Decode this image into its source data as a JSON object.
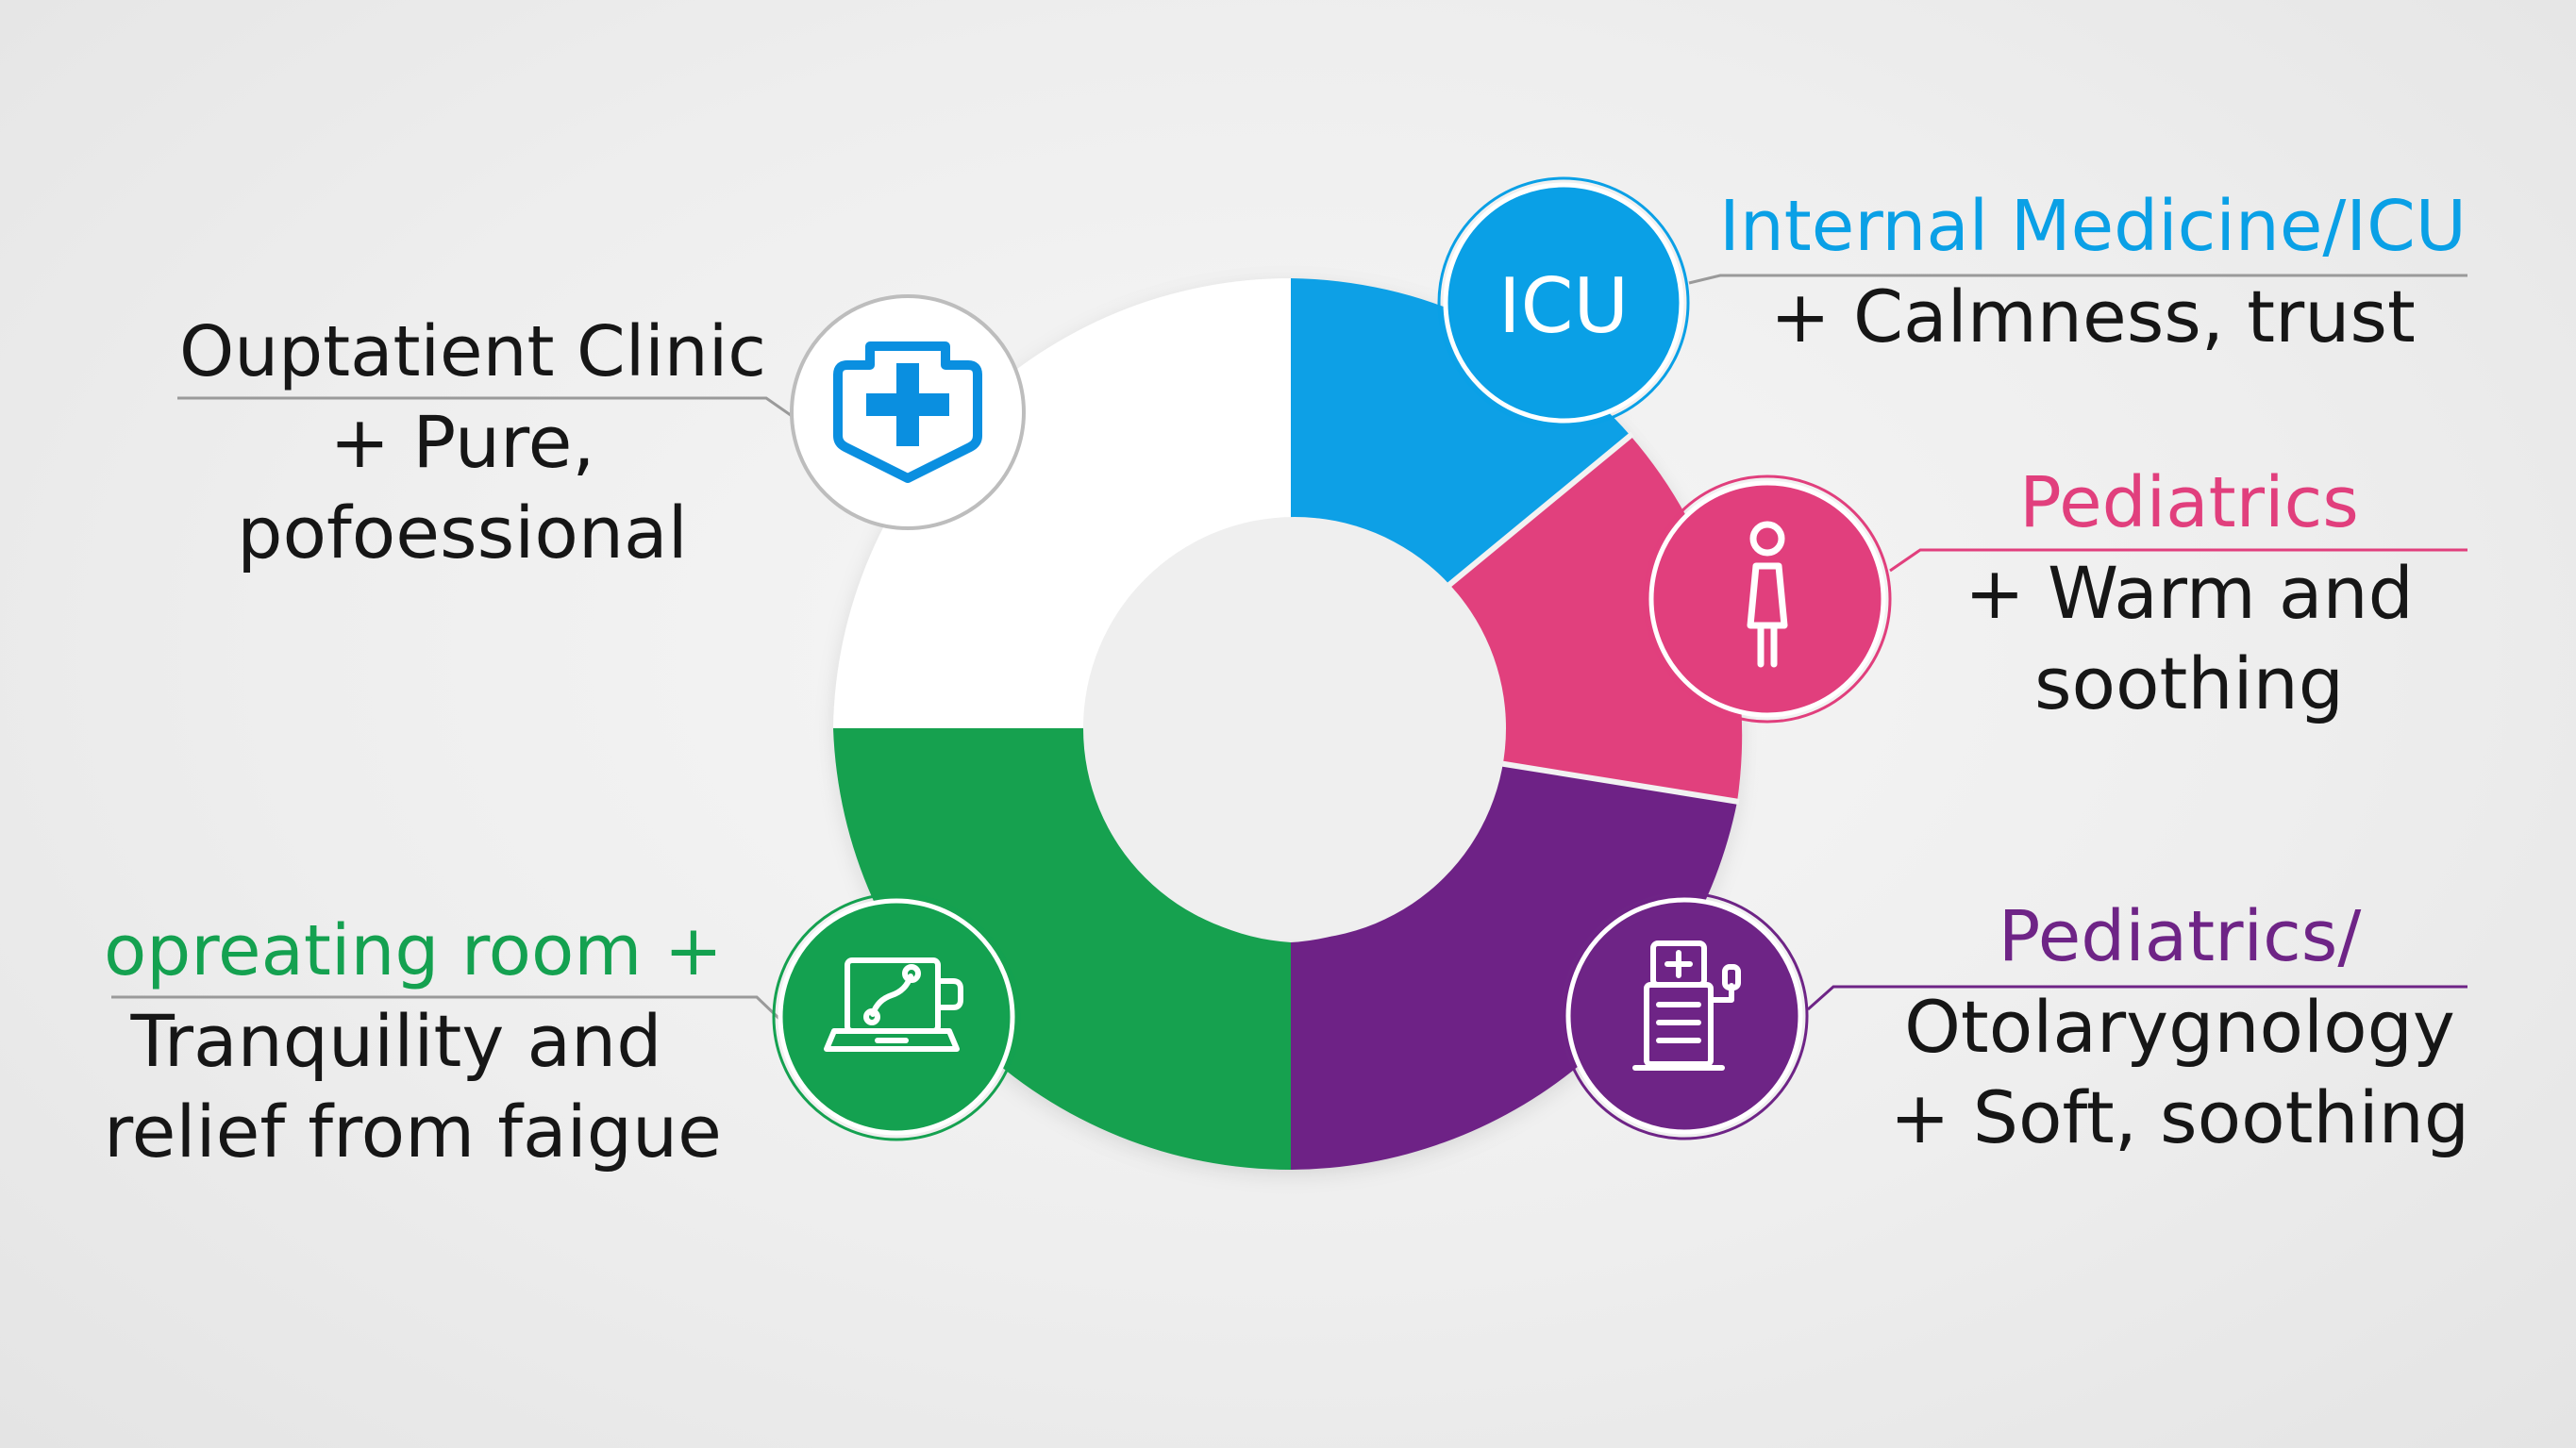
{
  "colors": {
    "background": "#eeeeee",
    "outpatient": "#ffffff",
    "icu": "#0aa0e6",
    "pediatrics": "#e13f7d",
    "otolaryngology": "#6e2486",
    "operating": "#14a150",
    "text": "#161616",
    "leader": "#9a9a9a",
    "icon_ring": "#bdbdbd"
  },
  "segments": [
    {
      "id": "outpatient",
      "title": "Ouptatient Clinic",
      "desc_lines": [
        "+ Pure,",
        "pofoessional"
      ],
      "icon": "medical-cross-shield-icon"
    },
    {
      "id": "icu",
      "title": "Internal Medicine/ICU",
      "desc_lines": [
        "+ Calmness, trust"
      ],
      "icon": "icu-text-icon",
      "icon_text": "ICU"
    },
    {
      "id": "pediatrics",
      "title": "Pediatrics",
      "desc_lines": [
        "+ Warm and",
        "soothing"
      ],
      "icon": "child-figure-icon"
    },
    {
      "id": "otolaryngology",
      "title_lines": [
        "Pediatrics/",
        "Otolarygnology"
      ],
      "desc_lines": [
        "+ Soft, soothing"
      ],
      "icon": "medical-device-icon"
    },
    {
      "id": "operating",
      "title": "opreating room +",
      "desc_lines": [
        "Tranquility and",
        "relief from faigue"
      ],
      "icon": "laptop-stethoscope-icon"
    }
  ]
}
